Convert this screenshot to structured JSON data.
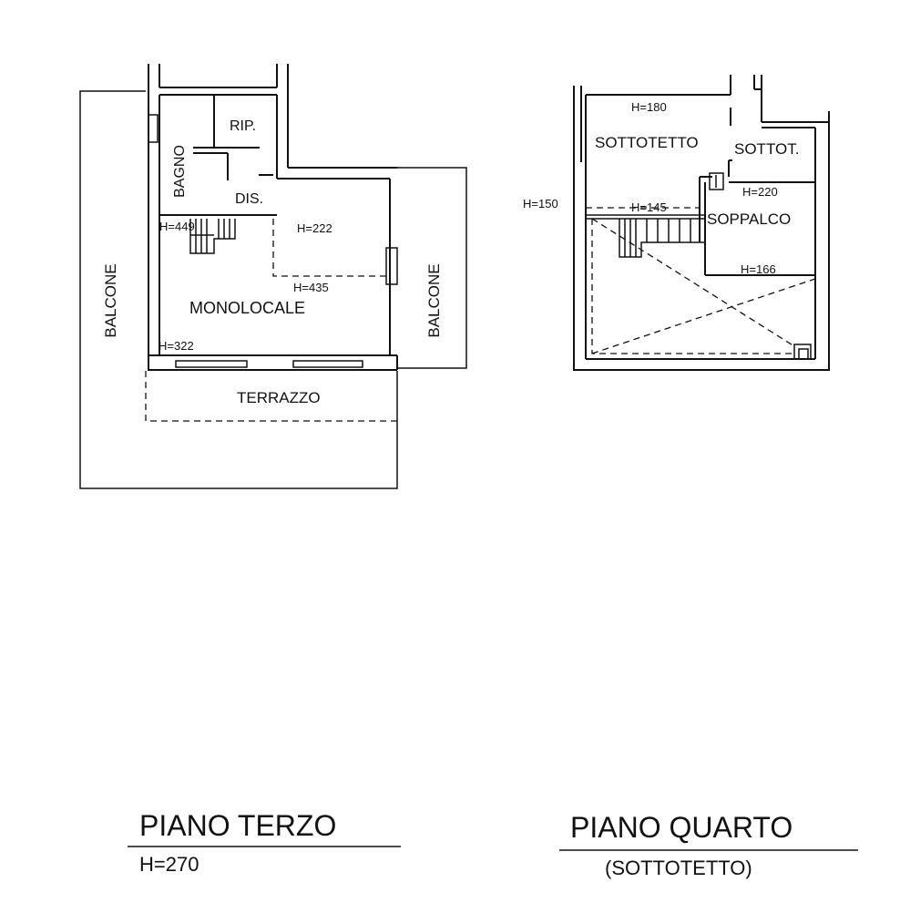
{
  "floor3": {
    "title": "PIANO TERZO",
    "height_note": "H=270",
    "rooms": {
      "balcone_left": "BALCONE",
      "balcone_right": "BALCONE",
      "rip": "RIP.",
      "bagno": "BAGNO",
      "dis": "DIS.",
      "monolocale": "MONOLOCALE",
      "terrazzo": "TERRAZZO"
    },
    "heights": {
      "h449": "H=449",
      "h222": "H=222",
      "h435": "H=435",
      "h322": "H=322"
    }
  },
  "floor4": {
    "title": "PIANO QUARTO",
    "subtitle": "(SOTTOTETTO)",
    "rooms": {
      "sottotetto": "SOTTOTETTO",
      "sottot": "SOTTOT.",
      "soppalco": "SOPPALCO"
    },
    "heights": {
      "h180": "H=180",
      "h150": "H=150",
      "h145": "H=145",
      "h220": "H=220",
      "h166": "H=166"
    }
  }
}
